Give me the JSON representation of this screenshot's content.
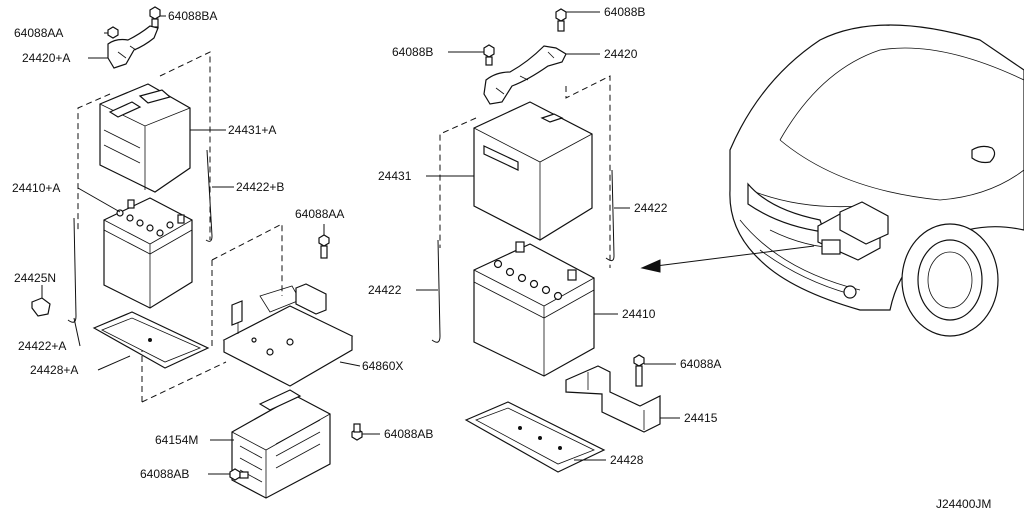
{
  "diagram_code": "J24400JM",
  "parts": {
    "p64088BA": "64088BA",
    "p64088AA_top": "64088AA",
    "p24420A": "24420+A",
    "p24431A": "24431+A",
    "p24410A": "24410+A",
    "p24422B": "24422+B",
    "p64088AA_mid": "64088AA",
    "p24425N": "24425N",
    "p24422A": "24422+A",
    "p24428A": "24428+A",
    "p64860X": "64860X",
    "p64154M": "64154M",
    "p64088AB_r": "64088AB",
    "p64088AB_l": "64088AB",
    "p64088B_top": "64088B",
    "p64088B_left": "64088B",
    "p24420": "24420",
    "p24431": "24431",
    "p24422_r": "24422",
    "p24422_l": "24422",
    "p24410": "24410",
    "p64088A": "64088A",
    "p24415": "24415",
    "p24428": "24428"
  }
}
